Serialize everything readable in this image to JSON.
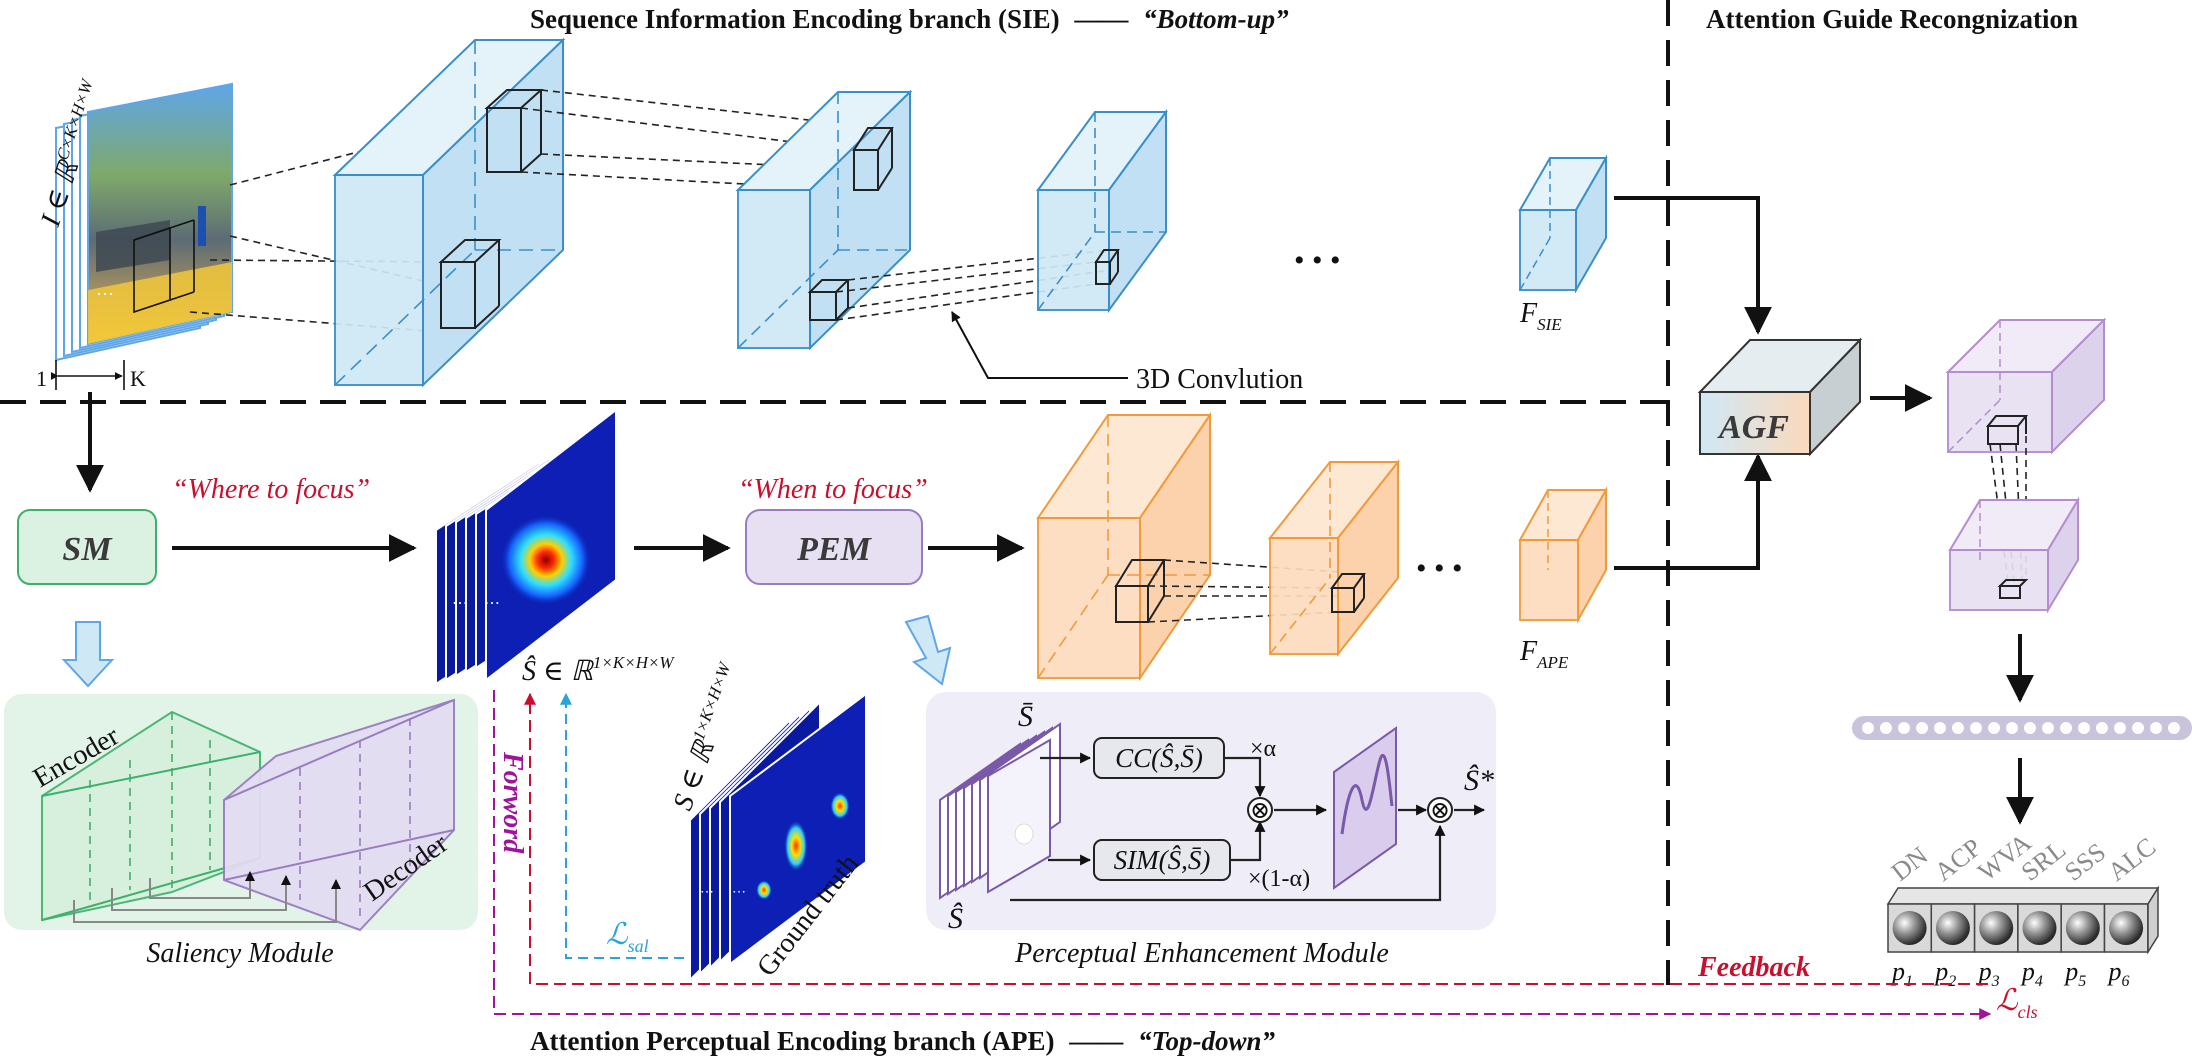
{
  "colors": {
    "sie_blue_fill": "#cfe8f6",
    "sie_blue_stroke": "#3b8fc9",
    "ape_orange_fill": "#fddcbd",
    "ape_orange_stroke": "#f29a3a",
    "purple_fill": "#e7e0f2",
    "purple_stroke": "#9a7cc0",
    "green_fill": "#dbf2e2",
    "green_stroke": "#3db06a",
    "feedback_red": "#c8102e",
    "forward_purple": "#a0149a",
    "loss_cyan": "#29a3d8"
  },
  "header": {
    "sie_title": "Sequence Information Encoding branch (SIE)",
    "sie_dash": "——",
    "sie_tag": "“Bottom-up”",
    "agr_title": "Attention Guide Recongnization",
    "ape_title": "Attention Perceptual Encoding branch (APE)",
    "ape_dash": "——",
    "ape_tag": "“Top-down”"
  },
  "input": {
    "label": "I ∈ ℝ",
    "sup": "C×K×H×W",
    "dim_start": "1",
    "dim_end": "K"
  },
  "sie": {
    "conv_label": "3D Convlution",
    "ellipsis": "• • •",
    "f_label": "F",
    "f_sub": "SIE"
  },
  "sm": {
    "label": "SM",
    "where": "“Where to focus”",
    "module_title": "Saliency Module",
    "encoder": "Encoder",
    "decoder": "Decoder"
  },
  "saliency": {
    "pred_label": "Ŝ ∈ ℝ",
    "pred_sup": "1×K×H×W",
    "gt_label": "S ∈ ℝ",
    "gt_sup": "1×K×H×W",
    "gt_caption": "Ground truth"
  },
  "pem": {
    "label": "PEM",
    "when": "“When to focus”",
    "module_title": "Perceptual Enhancement Module",
    "s_bar": "S̄",
    "s_hat": "Ŝ",
    "cc_box": "CC(Ŝ,S̄)",
    "sim_box": "SIM(Ŝ,S̄)",
    "alpha": "×α",
    "one_minus_alpha": "×(1-α)",
    "otimes": "⊗",
    "s_star": "Ŝ*"
  },
  "ape": {
    "ellipsis": "• • •",
    "f_label": "F",
    "f_sub": "APE"
  },
  "agf": {
    "label": "AGF"
  },
  "classes": {
    "names": [
      "DN",
      "ACP",
      "WVA",
      "SRL",
      "SSS",
      "ALC"
    ],
    "probs": [
      "p",
      "p",
      "p",
      "p",
      "p",
      "p"
    ],
    "prob_subs": [
      "1",
      "2",
      "3",
      "4",
      "5",
      "6"
    ]
  },
  "losses": {
    "sal": "ℒ",
    "sal_sub": "sal",
    "cls": "ℒ",
    "cls_sub": "cls",
    "forword": "Forword",
    "feedback": "Feedback"
  }
}
